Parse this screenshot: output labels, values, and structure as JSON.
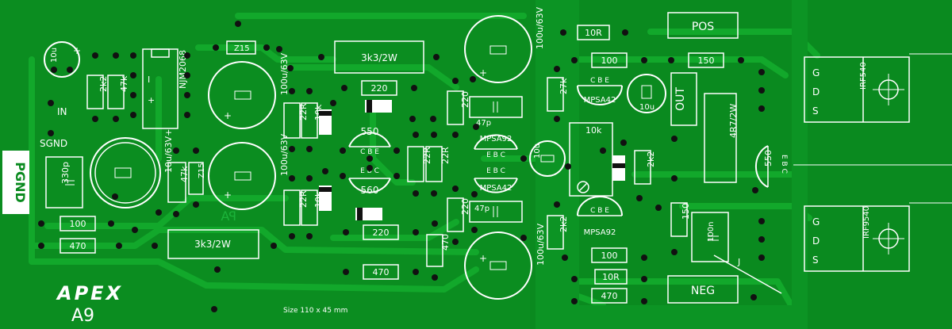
{
  "colors": {
    "board": "#0a8a1f",
    "board_dark": "#077619",
    "trace": "#0f9a25",
    "silk": "#ffffff",
    "pad": "#111111"
  },
  "logo": {
    "brand": "APEX",
    "model": "A9"
  },
  "size_label": "Size   110 x 45 mm",
  "connectors": {
    "pgnd": "PGND",
    "pos": "POS",
    "neg": "NEG",
    "out": "OUT",
    "in": "IN",
    "sgnd": "SGND"
  },
  "ic": {
    "name": "NJM2068"
  },
  "mirror_text": "PA",
  "caps": {
    "c_in": "10u",
    "c_330p": "330p",
    "c_big_left": "10u/63V+",
    "c_mid_top": "100u/63V",
    "c_mid_bot": "100u/63V",
    "c_right_top": "100u/63V",
    "c_right_bot": "100u/63V",
    "c_47p_top": "47p",
    "c_47p_bot": "47p",
    "c_10u_a": "10u",
    "c_10u_b": "10u",
    "c_100n": "100n"
  },
  "resistors": {
    "r_2k2_a": "2k2",
    "r_47k_a": "47k",
    "r_47k_b": "47k",
    "r_100_left": "100",
    "r_470_left": "470",
    "r_3k3_top": "3k3/2W",
    "r_3k3_bot": "3k3/2W",
    "r_220_a": "220",
    "r_220_b": "220",
    "r_220_c": "220",
    "r_220_d": "220",
    "r_22r_a": "22R",
    "r_22r_b": "22R",
    "r_22r_c": "22R",
    "r_22r_d": "22R",
    "r_10k_a": "10k",
    "r_10k_b": "10k",
    "r_470_mid": "470",
    "r_470_bot": "470",
    "r_10r_top": "10R",
    "r_100_top": "100",
    "r_150_top": "150",
    "r_27k": "27k",
    "r_2k2_b": "2k2",
    "r_2k2_c": "2k2",
    "r_150_v": "150",
    "r_100_bot": "100",
    "r_10r_bot": "10R",
    "r_470_right": "470",
    "r_4r7": "4R7/2W",
    "trim_10k": "10k"
  },
  "zeners": {
    "z1": "Z15",
    "z2": "Z15"
  },
  "transistors": {
    "q550": {
      "name": "550",
      "pins": "C  B  E"
    },
    "q560": {
      "name": "560",
      "pins": "E  B  C"
    },
    "q_mpsa92_top": {
      "name": "MPSA92",
      "pins": "E  B  C"
    },
    "q_mpsa42_mid": {
      "name": "MPSA42",
      "pins": "E  B  C"
    },
    "q_mpsa42_top": {
      "name": "MPSA42",
      "pins": "C  B  E"
    },
    "q_mpsa92_bot": {
      "name": "MPSA92",
      "pins": "C  B  E"
    },
    "q550_right": {
      "name": "550",
      "pins": "E  B  C"
    }
  },
  "mosfets": {
    "top": {
      "name": "IRF540",
      "g": "G",
      "d": "D",
      "s": "S"
    },
    "bot": {
      "name": "IRF9540",
      "g": "G",
      "d": "D",
      "s": "S"
    }
  },
  "misc": {
    "jumper": "J",
    "ic_pin1": "I"
  }
}
